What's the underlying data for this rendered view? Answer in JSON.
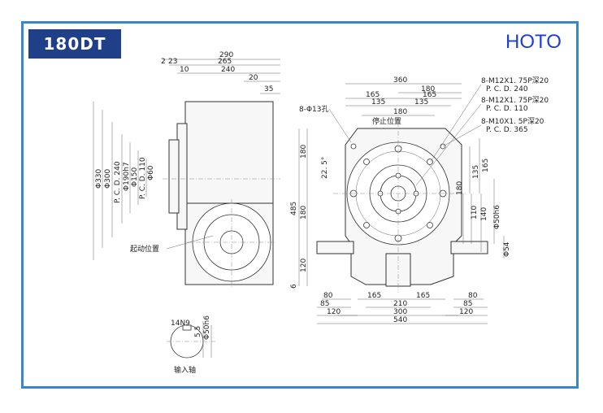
{
  "header": {
    "model": "180DT",
    "brand": "HOTO"
  },
  "side_view": {
    "top_dims": [
      "290",
      "265",
      "240",
      "20",
      "35"
    ],
    "small_dims": [
      "2",
      "23",
      "10"
    ],
    "dia_labels": [
      "Φ330",
      "Φ300",
      "P. C. D. 240",
      "Φ190h7",
      "Φ150",
      "P. C. D. 110",
      "Φ60"
    ],
    "start_label": "起动位置",
    "shaft_labels": [
      "14N9",
      "5.5",
      "Φ50h6"
    ],
    "input_shaft": "输入轴"
  },
  "front_view": {
    "top_dims": [
      "360",
      "180",
      "165",
      "135",
      "135",
      "180"
    ],
    "hole_label": "8-Φ13孔",
    "stop_label": "停止位置",
    "thread_notes": [
      {
        "spec": "8-M12X1. 75P深20",
        "pcd": "P. C. D. 240"
      },
      {
        "spec": "8-M12X1. 75P深20",
        "pcd": "P. C. D. 110"
      },
      {
        "spec": "8-M10X1. 5P深20",
        "pcd": "P. C. D. 365"
      }
    ],
    "left_dims": [
      "180",
      "485",
      "180",
      "120",
      "6"
    ],
    "angle": "22. 5°",
    "right_dims": [
      "135",
      "165",
      "180",
      "110",
      "140",
      "Φ50h6",
      "Φ54"
    ],
    "bottom_dims": [
      "80",
      "85",
      "120",
      "165",
      "165",
      "210",
      "300",
      "540",
      "80",
      "85",
      "120"
    ]
  }
}
